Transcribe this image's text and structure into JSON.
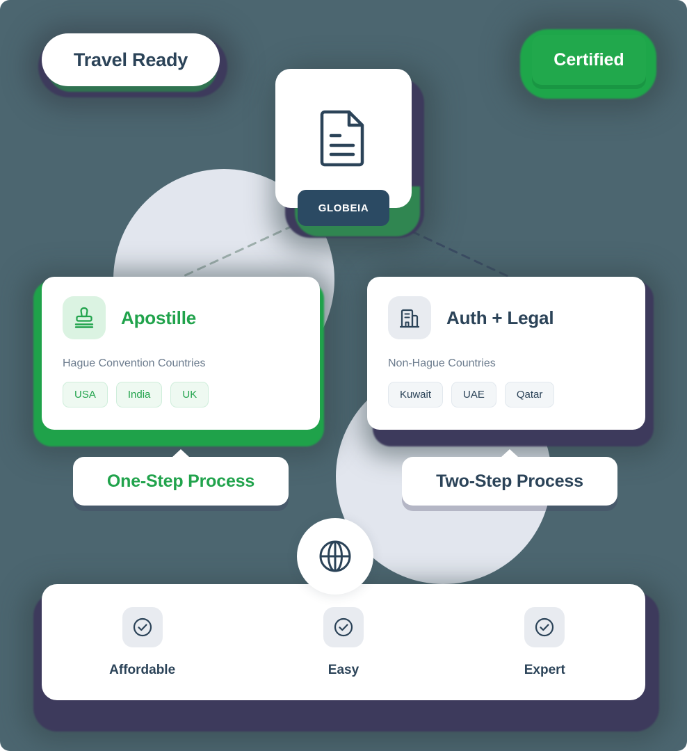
{
  "background": {
    "color": "#4c6670",
    "accent_green": "#21a34c",
    "accent_navy": "#2b4358",
    "shadow_purple": "#3d3a5c",
    "circle_color": "#e2e6ee"
  },
  "badges": {
    "travel_ready": {
      "label": "Travel Ready",
      "style": "white-pill",
      "text_color": "#2b4358"
    },
    "certified": {
      "label": "Certified",
      "style": "green-pill",
      "text_color": "#ffffff",
      "bg_color": "#21a84c"
    }
  },
  "document_card": {
    "icon": "document-file-icon",
    "tag_label": "GLOBEIA"
  },
  "methods": [
    {
      "id": "apostille",
      "icon": "stamp-icon",
      "title": "Apostille",
      "subtitle": "Hague Convention Countries",
      "chips": [
        "USA",
        "India",
        "UK"
      ],
      "accent": "#21a34c",
      "process_label": "One-Step Process"
    },
    {
      "id": "auth-legal",
      "icon": "building-icon",
      "title": "Auth + Legal",
      "subtitle": "Non-Hague Countries",
      "chips": [
        "Kuwait",
        "UAE",
        "Qatar"
      ],
      "accent": "#2b4358",
      "process_label": "Two-Step Process"
    }
  ],
  "center_badge": {
    "icon": "globe-icon"
  },
  "features": [
    {
      "icon": "check-circle-icon",
      "label": "Affordable"
    },
    {
      "icon": "check-circle-icon",
      "label": "Easy"
    },
    {
      "icon": "check-circle-icon",
      "label": "Expert"
    }
  ]
}
